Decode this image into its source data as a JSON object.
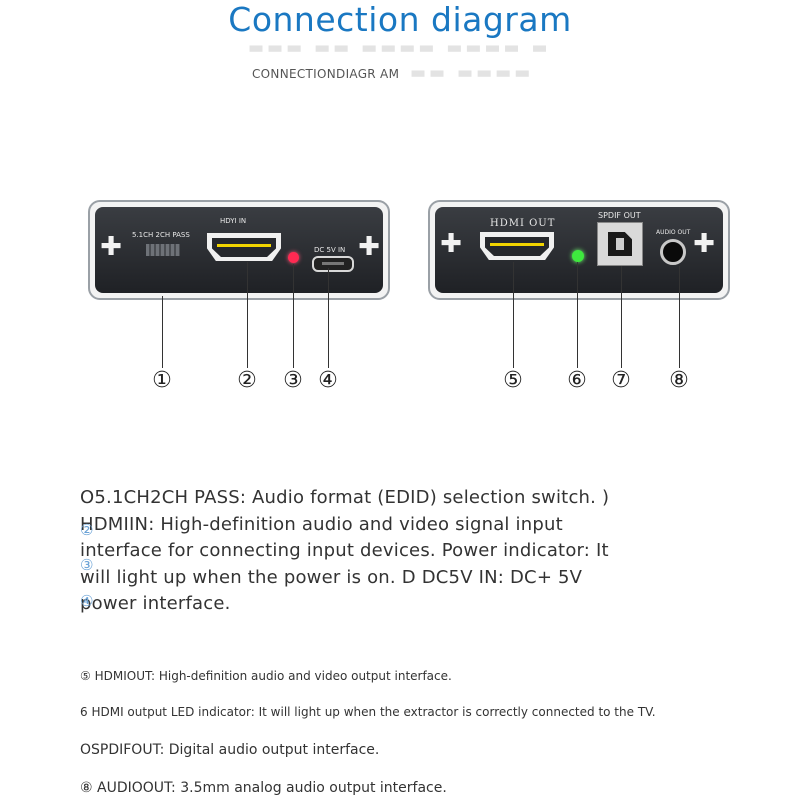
{
  "title": "Connection diagram",
  "subtitle": "CONNECTIONDIAGR AM",
  "devices": {
    "left": {
      "switch_label": "5.1CH 2CH PASS",
      "hdmi_label": "HDYI IN",
      "dc_label": "DC 5V IN"
    },
    "right": {
      "hdmi_label": "HDMI OUT",
      "spdif_label": "SPDIF OUT",
      "audio_label": "AUDIO OUT"
    }
  },
  "callouts": [
    "①",
    "②",
    "③",
    "④",
    "⑤",
    "⑥",
    "⑦",
    "⑧"
  ],
  "description_lines": [
    "O5.1CH2CH PASS: Audio format (EDID) selection switch. )",
    "HDMIIN: High-definition audio and video signal input",
    "interface for connecting input devices. Power indicator: It",
    "will light up when the power is on. D DC5V IN: DC+ 5V",
    "power interface."
  ],
  "line_markers": [
    "②",
    "③",
    "④"
  ],
  "notes": [
    "HDMIOUT: High-definition audio and video output interface.",
    "6 HDMI output LED indicator: It will light up when the extractor is correctly connected to the TV.",
    "OSPDIFOUT: Digital audio output interface.",
    "AUDIOOUT: 3.5mm analog audio output interface."
  ],
  "note_markers": [
    "⑤",
    "⑧"
  ]
}
